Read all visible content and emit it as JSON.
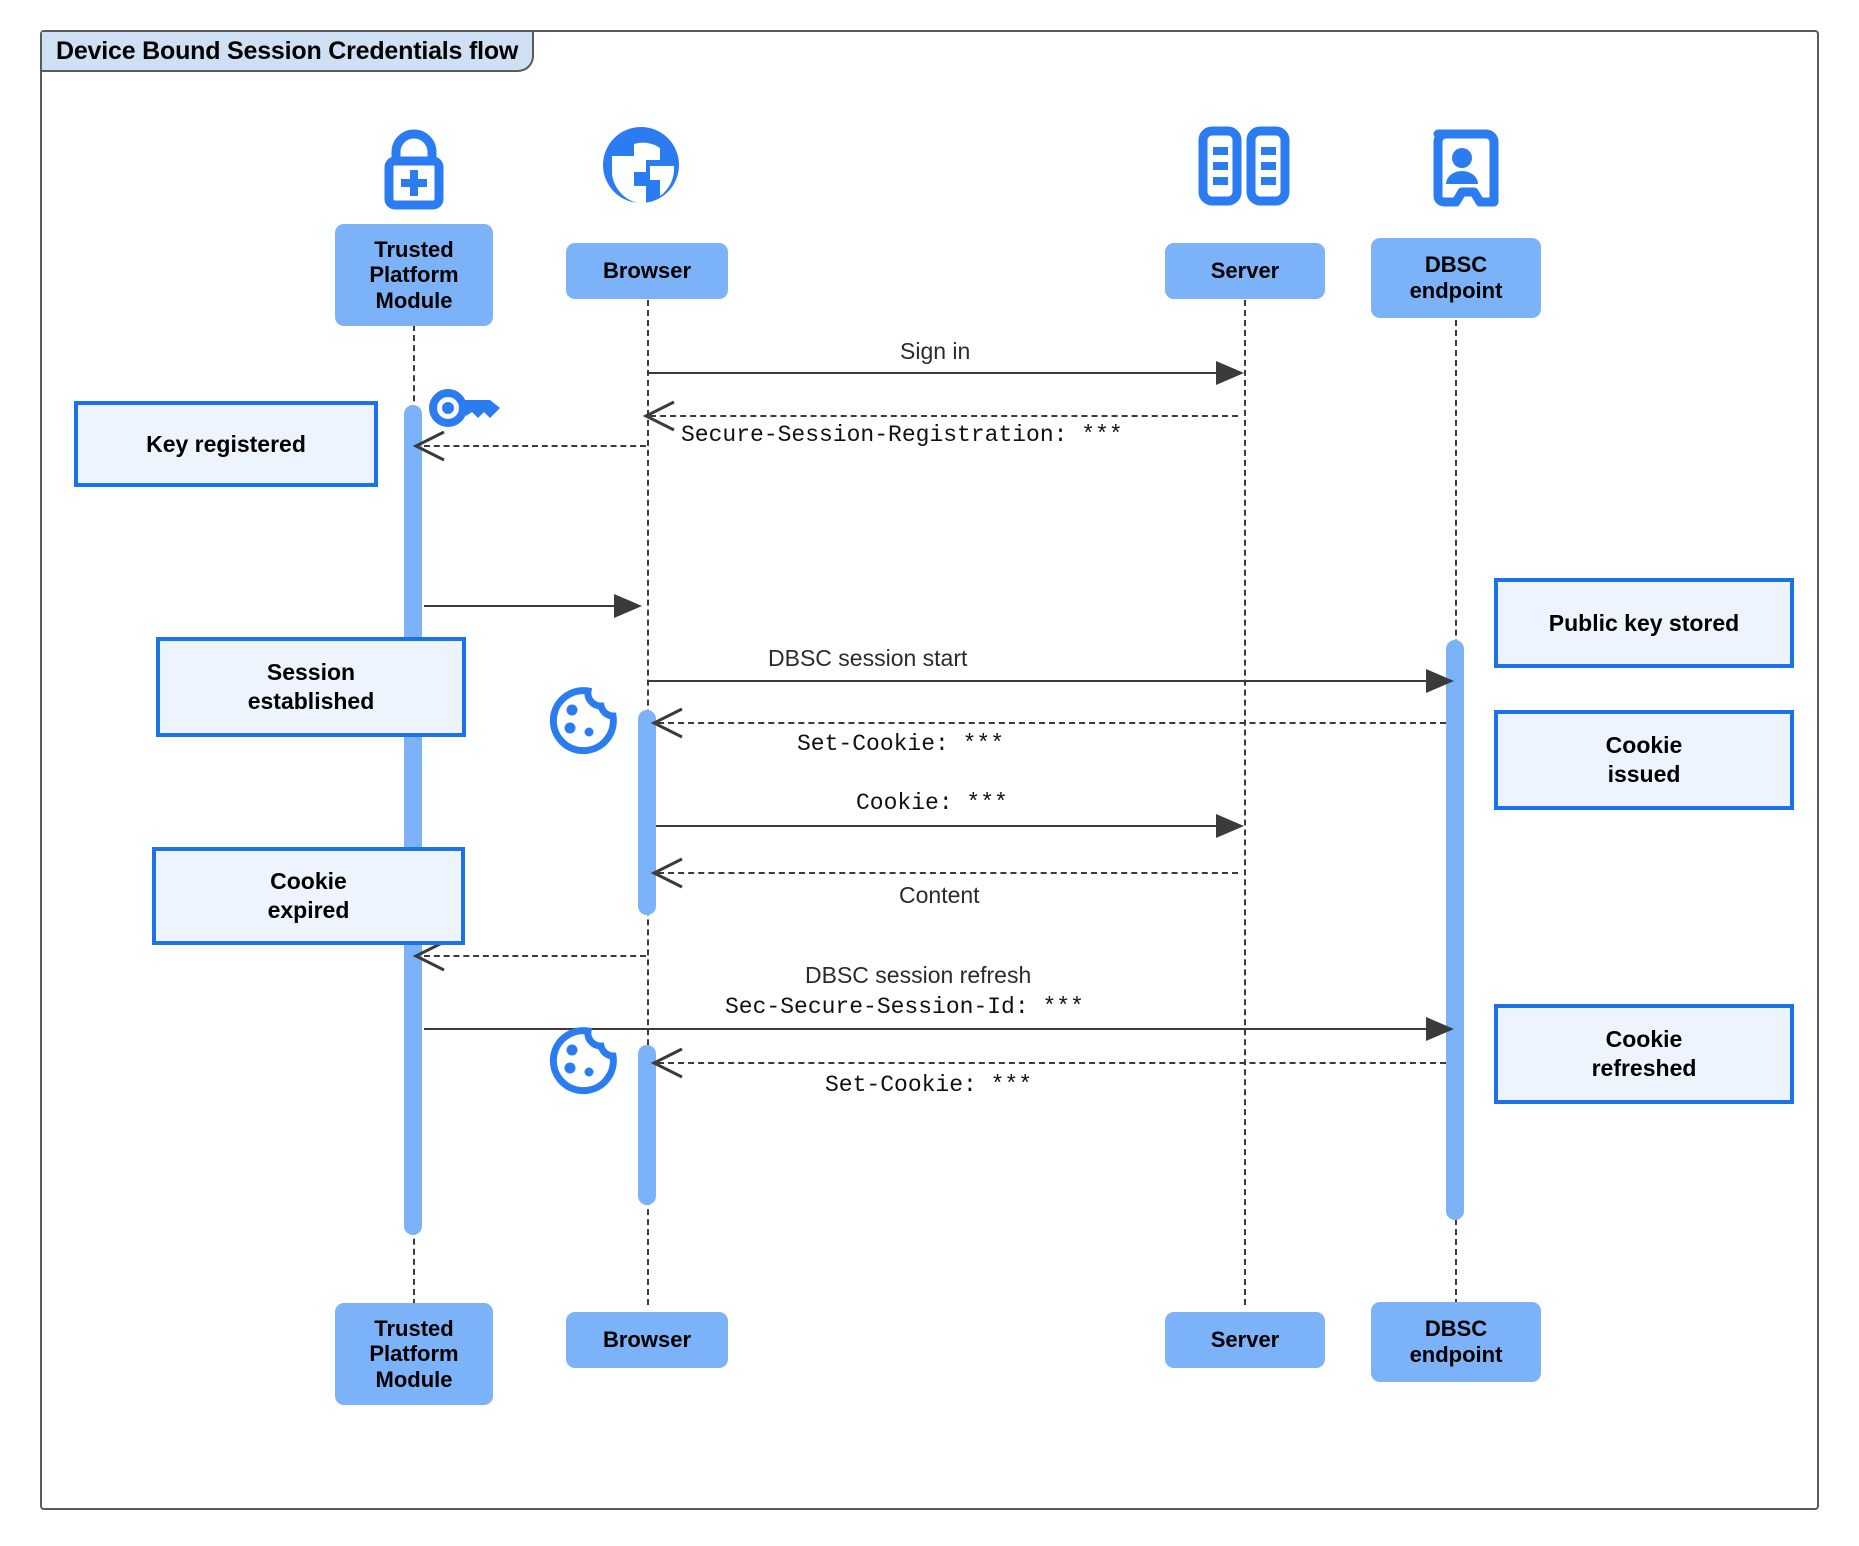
{
  "diagram": {
    "title": "Device Bound Session Credentials flow",
    "type": "uml-sequence-diagram",
    "colors": {
      "participant_fill": "#7cb2f7",
      "note_fill": "#eef4fe",
      "note_border": "#1a73e8",
      "icon_blue": "#1a73e8",
      "activation_fill": "#7cb2f7",
      "title_fill": "#cfe0f4",
      "frame_border": "#5a5a5a"
    }
  },
  "participants": [
    {
      "id": "tpm",
      "label": "Trusted\nPlatform\nModule",
      "icon": "padlock-plus-icon"
    },
    {
      "id": "browser",
      "label": "Browser",
      "icon": "globe-icon"
    },
    {
      "id": "server",
      "label": "Server",
      "icon": "server-rack-icon"
    },
    {
      "id": "dbsc",
      "label": "DBSC\nendpoint",
      "icon": "id-badge-icon"
    }
  ],
  "messages": [
    {
      "id": "m1",
      "from": "browser",
      "to": "server",
      "label": "Sign in",
      "style": "solid",
      "font": "sans"
    },
    {
      "id": "m2",
      "from": "server",
      "to": "browser",
      "label": "Secure-Session-Registration: ***",
      "style": "dashed",
      "font": "mono"
    },
    {
      "id": "m3",
      "from": "browser",
      "to": "tpm",
      "label": "",
      "style": "dashed",
      "font": "mono"
    },
    {
      "id": "m4",
      "from": "tpm",
      "to": "browser",
      "label": "",
      "style": "solid",
      "font": "sans"
    },
    {
      "id": "m5",
      "from": "browser",
      "to": "dbsc",
      "label": "DBSC session start",
      "style": "solid",
      "font": "sans"
    },
    {
      "id": "m6",
      "from": "dbsc",
      "to": "browser",
      "label": "Set-Cookie: ***",
      "style": "dashed",
      "font": "mono"
    },
    {
      "id": "m7",
      "from": "browser",
      "to": "server",
      "label": "Cookie: ***",
      "style": "solid",
      "font": "mono"
    },
    {
      "id": "m8",
      "from": "server",
      "to": "browser",
      "label": "Content",
      "style": "dashed",
      "font": "sans"
    },
    {
      "id": "m9",
      "from": "browser",
      "to": "tpm",
      "label": "",
      "style": "dashed",
      "font": "mono"
    },
    {
      "id": "m10",
      "from": "tpm",
      "to": "dbsc",
      "label": "DBSC session refresh",
      "style": "solid",
      "font": "sans"
    },
    {
      "id": "m11",
      "from": "tpm",
      "to": "dbsc",
      "label": "Sec-Secure-Session-Id: ***",
      "style": "solid",
      "font": "mono"
    },
    {
      "id": "m12",
      "from": "dbsc",
      "to": "browser",
      "label": "Set-Cookie: ***",
      "style": "dashed",
      "font": "mono"
    }
  ],
  "notes": [
    {
      "id": "n1",
      "side": "left",
      "label": "Key registered"
    },
    {
      "id": "n2",
      "side": "left",
      "label": "Session\nestablished"
    },
    {
      "id": "n3",
      "side": "left",
      "label": "Cookie\nexpired"
    },
    {
      "id": "n4",
      "side": "right",
      "label": "Public key stored"
    },
    {
      "id": "n5",
      "side": "right",
      "label": "Cookie\nissued"
    },
    {
      "id": "n6",
      "side": "right",
      "label": "Cookie\nrefreshed"
    }
  ],
  "inline_icons": [
    {
      "id": "i1",
      "name": "key-icon",
      "near": "tpm"
    },
    {
      "id": "i2",
      "name": "cookie-icon",
      "near": "browser"
    },
    {
      "id": "i3",
      "name": "cookie-icon",
      "near": "browser"
    }
  ]
}
